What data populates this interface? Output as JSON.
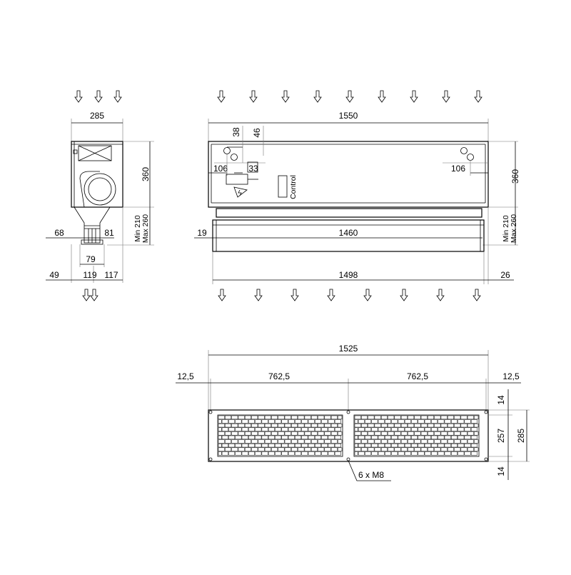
{
  "side_view": {
    "width": "285",
    "height": "360",
    "min_label": "Min 210",
    "max_label": "Max 260",
    "left_offset": "68",
    "pipe_width": "81",
    "inner_width": "79",
    "base_left": "49",
    "base_center": "119",
    "base_right": "117"
  },
  "front_view": {
    "width": "1550",
    "dim_38": "38",
    "dim_46": "46",
    "dim_106_left": "106",
    "dim_33": "33",
    "dim_106_right": "106",
    "height": "360",
    "control_label": "Control",
    "min_label": "Min 210",
    "max_label": "Max 260",
    "left_offset": "19",
    "inner_length": "1460",
    "outer_length": "1498",
    "right_offset": "26"
  },
  "grille": {
    "total_length": "1525",
    "margin_left": "12,5",
    "half_left": "762,5",
    "half_right": "762,5",
    "margin_right": "12,5",
    "top_margin": "14",
    "inner_height": "257",
    "total_height": "285",
    "bottom_margin": "14",
    "screws": "6 x M8"
  }
}
